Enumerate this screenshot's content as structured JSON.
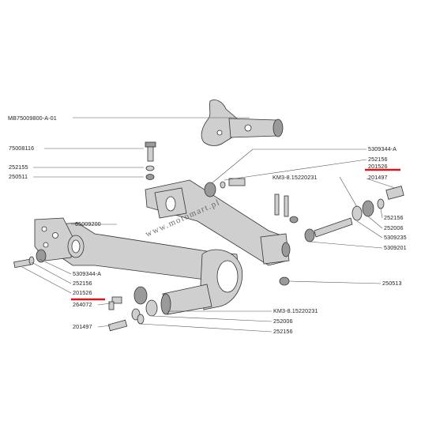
{
  "labels": {
    "mb75009800": "MB75009800-A-01",
    "l75008116": "75008116",
    "l252155": "252155",
    "l250511": "250511",
    "l65009200": "65009200",
    "l5309344_left": "5309344-A",
    "l252156_left": "252156",
    "l201526_left": "201526",
    "l264072": "264072",
    "l201497_left": "201497",
    "l5309344_right": "5309344-A",
    "l252156_right_top": "252156",
    "l201526_right": "201526",
    "l201497_right": "201497",
    "km3_top": "KM3-8.15220231",
    "l252156_right_mid": "252156",
    "l252006_right": "252006",
    "l5309235": "5309235",
    "l5309201": "5309201",
    "l250513": "250513",
    "km3_bottom": "KM3-8.15220231",
    "l252006_bottom": "252006",
    "l252156_bottom": "252156"
  },
  "watermark": "www.motomart.pl",
  "highlight_color": "#d6171d"
}
